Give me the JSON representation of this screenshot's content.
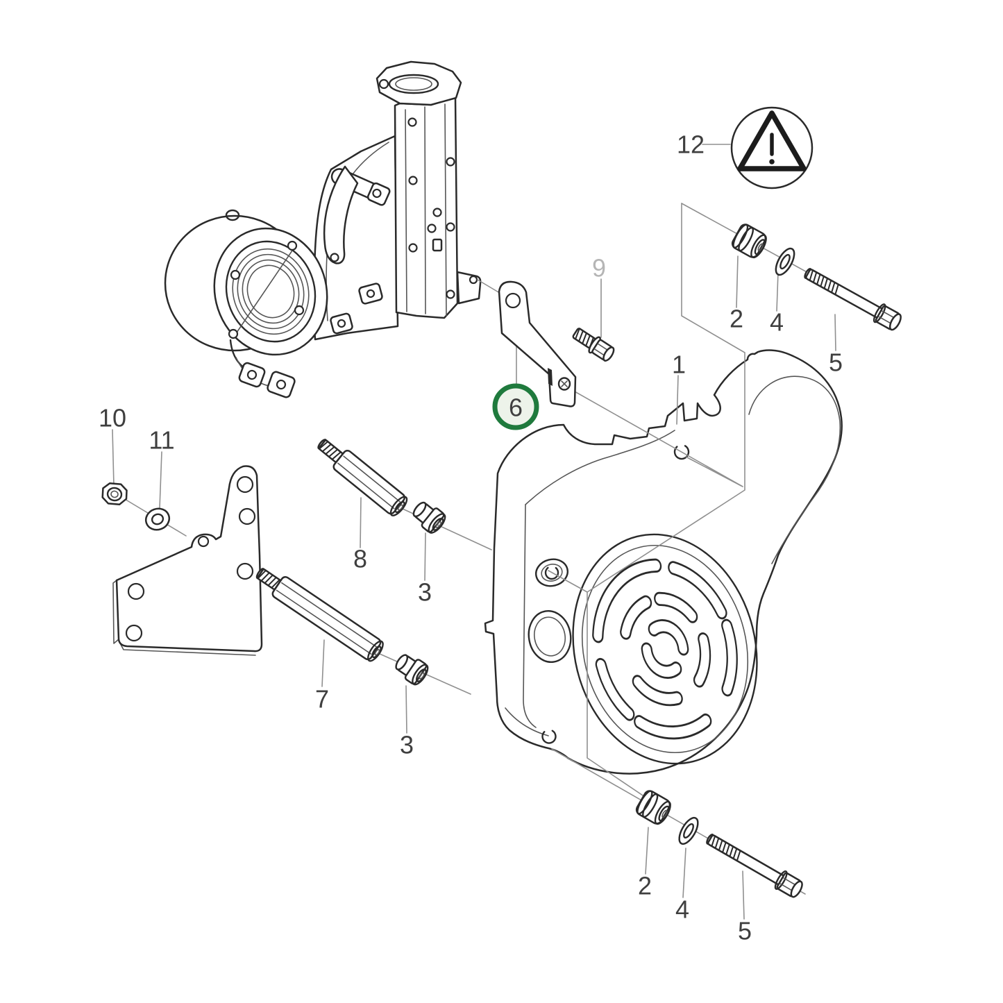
{
  "figure": {
    "type": "exploded-parts-diagram",
    "background": "#ffffff",
    "description": "Engine timing cover exploded view with numbered part callouts"
  },
  "colors": {
    "line": "#2a2a2a",
    "construction": "#8f8f8f",
    "label": "#3f3f3f",
    "label_muted": "#b5b5b5",
    "highlight_ring": "#1f7a3d",
    "highlight_fill": "#edf3ea"
  },
  "highlight": {
    "part": "6"
  },
  "warning": {
    "symbol": "warning-triangle-icon",
    "callout": "12"
  },
  "callouts": [
    {
      "part": "cover",
      "label": "1"
    },
    {
      "part": "bushing-top",
      "label": "2"
    },
    {
      "part": "bushing-bottom",
      "label": "2"
    },
    {
      "part": "spacer-upper",
      "label": "3"
    },
    {
      "part": "spacer-lower",
      "label": "3"
    },
    {
      "part": "washer-top",
      "label": "4"
    },
    {
      "part": "washer-bottom",
      "label": "4"
    },
    {
      "part": "bolt-top",
      "label": "5"
    },
    {
      "part": "bolt-bottom",
      "label": "5"
    },
    {
      "part": "stay-bracket",
      "label": "6"
    },
    {
      "part": "standoff-long",
      "label": "7"
    },
    {
      "part": "standoff-short",
      "label": "8"
    },
    {
      "part": "screw",
      "label": "9"
    },
    {
      "part": "nut",
      "label": "10"
    },
    {
      "part": "washer-plate",
      "label": "11"
    },
    {
      "part": "warning-symbol",
      "label": "12"
    }
  ]
}
